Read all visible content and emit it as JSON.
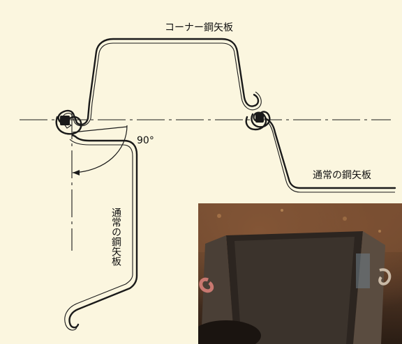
{
  "diagram": {
    "label_corner_pile": "コーナー鋼矢板",
    "label_normal_pile_right": "通常の鋼矢板",
    "label_normal_pile_vertical": "通常の鋼矢板",
    "angle_label": "90°"
  },
  "photo": {
    "description_icon": "steel-sheet-pile-photo"
  },
  "colors": {
    "background": "#fbf6df",
    "line": "#1a1a1a"
  }
}
